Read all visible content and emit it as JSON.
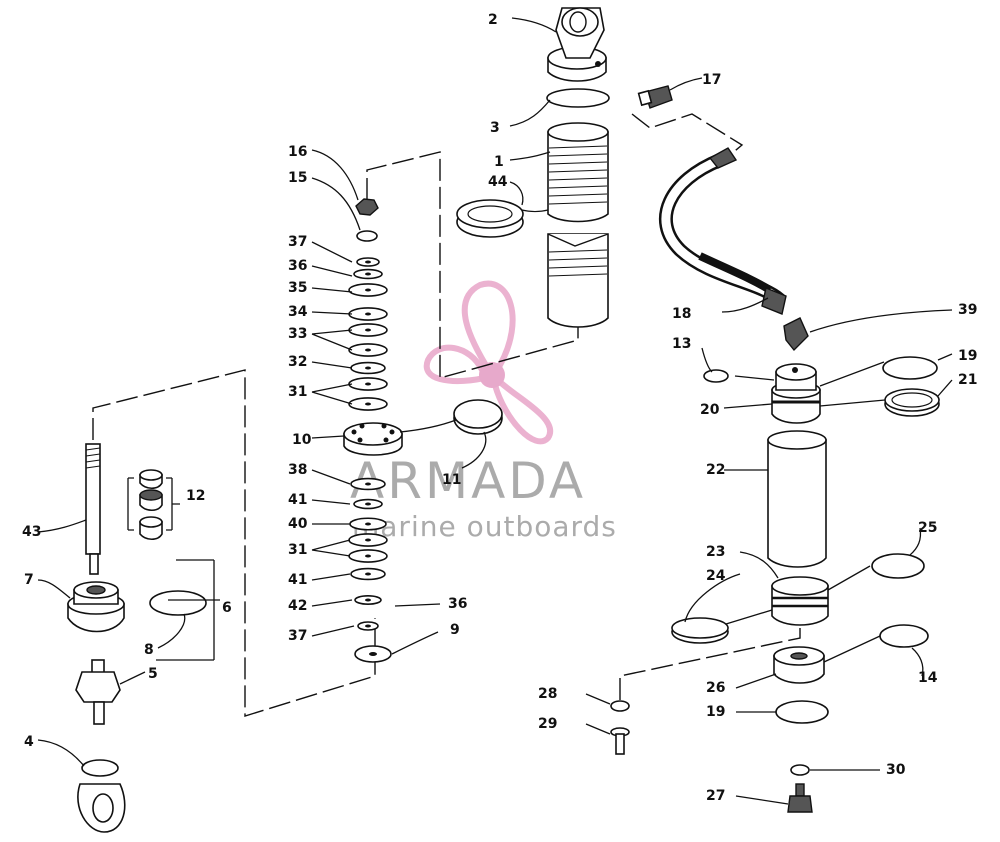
{
  "watermark": {
    "brand": "ARMADA",
    "tagline": "marine outboards",
    "logo_color": "#e8a5c8",
    "text_color": "#8f8f8f"
  },
  "callouts": {
    "c1": "1",
    "c2": "2",
    "c3": "3",
    "c4": "4",
    "c5": "5",
    "c6": "6",
    "c7": "7",
    "c8": "8",
    "c9": "9",
    "c10": "10",
    "c11": "11",
    "c12": "12",
    "c13": "13",
    "c14": "14",
    "c15": "15",
    "c16": "16",
    "c17": "17",
    "c18": "18",
    "c19a": "19",
    "c19b": "19",
    "c20": "20",
    "c21": "21",
    "c22": "22",
    "c23": "23",
    "c24": "24",
    "c25": "25",
    "c26": "26",
    "c27": "27",
    "c28": "28",
    "c29": "29",
    "c30": "30",
    "c31a": "31",
    "c31b": "31",
    "c32": "32",
    "c33": "33",
    "c34": "34",
    "c35": "35",
    "c36a": "36",
    "c36b": "36",
    "c37a": "37",
    "c37b": "37",
    "c38": "38",
    "c39": "39",
    "c40": "40",
    "c41a": "41",
    "c41b": "41",
    "c42": "42",
    "c43": "43",
    "c44": "44"
  }
}
